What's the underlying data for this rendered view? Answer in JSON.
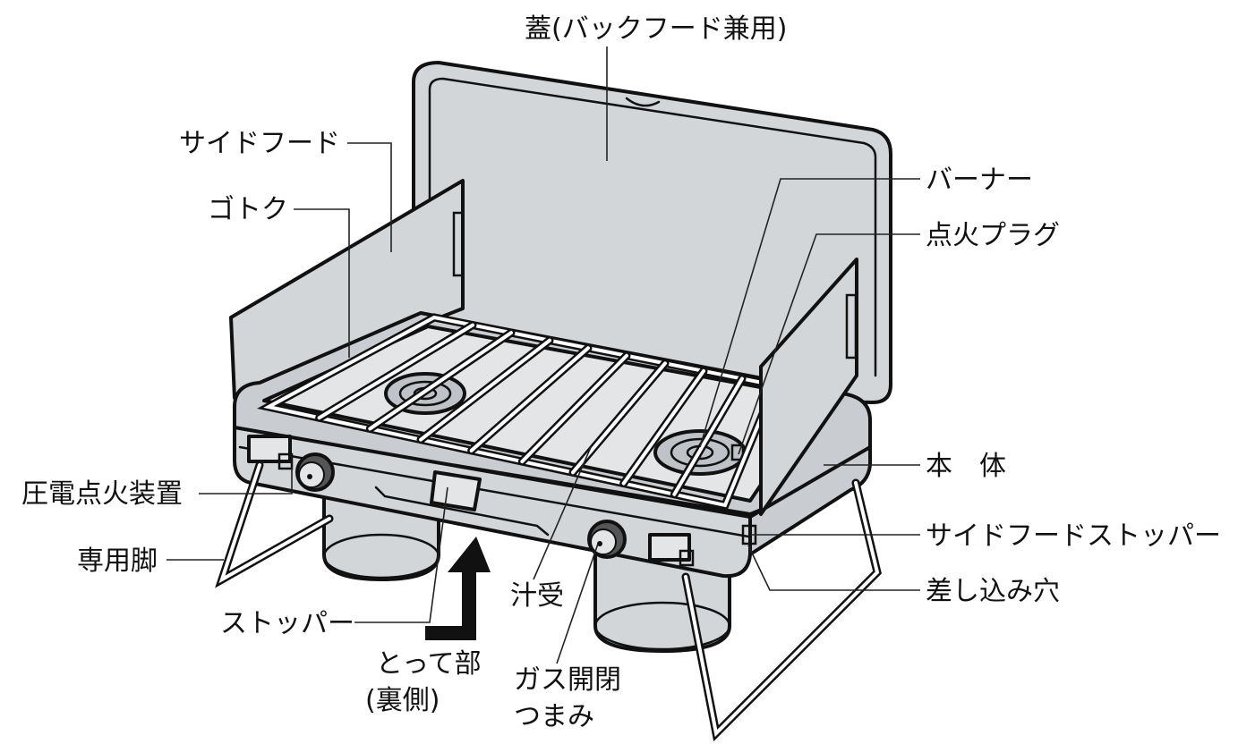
{
  "labels": {
    "lid": "蓋(バックフード兼用)",
    "side_hood": "サイドフード",
    "grate": "ゴトク",
    "burner": "バーナー",
    "ignition_plug": "点火プラグ",
    "body": "本　体",
    "piezo_igniter": "圧電点火装置",
    "side_hood_stopper": "サイドフードストッパー",
    "dedicated_legs": "専用脚",
    "insertion_hole": "差し込み穴",
    "drip_tray": "汁受",
    "stopper": "ストッパー",
    "handle_line1": "とって部",
    "handle_line2": "(裏側)",
    "gas_knob_line1": "ガス開閉",
    "gas_knob_line2": "つまみ"
  },
  "colors": {
    "metal": "#d3d6d9",
    "metal_dark": "#b9bdc1",
    "outline": "#111111",
    "background": "#ffffff"
  }
}
